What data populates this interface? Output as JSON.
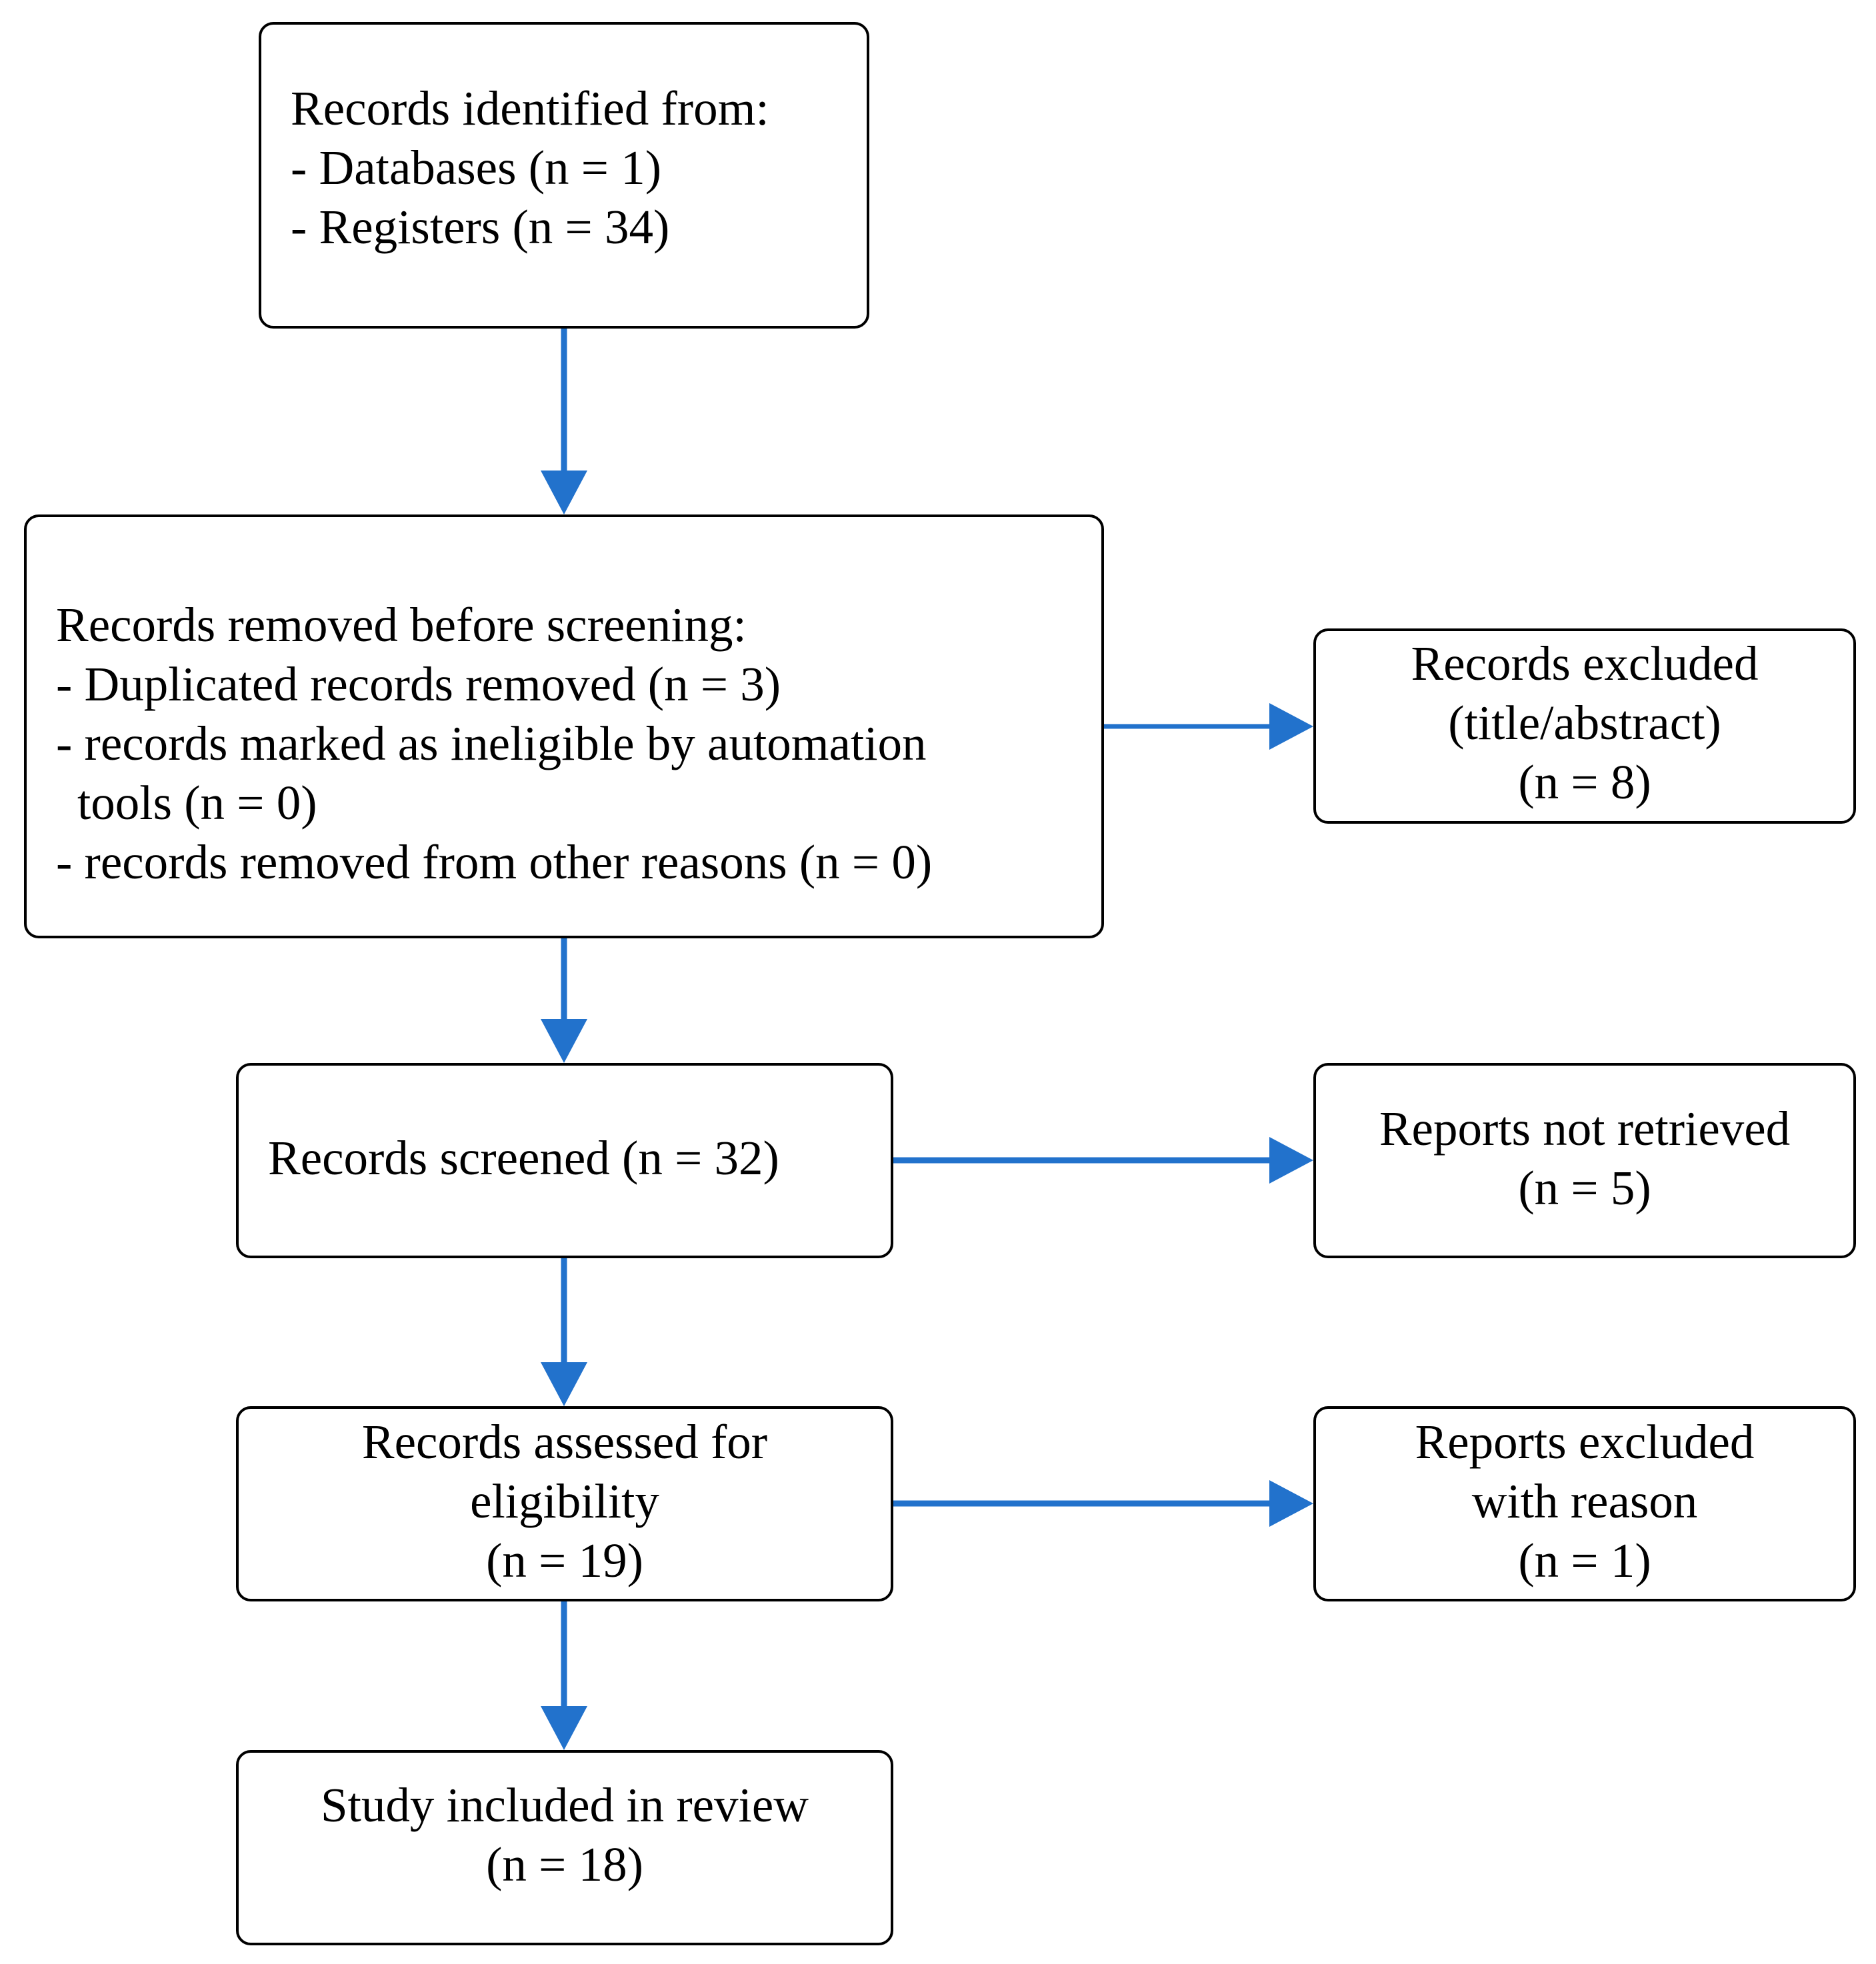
{
  "colors": {
    "arrow": "#2272CC",
    "box_border": "#000000",
    "text": "#000000",
    "background": "#FFFFFF"
  },
  "nodes": {
    "identified": {
      "lines": [
        "Records identified from:",
        "- Databases (n = 1)",
        "- Registers (n = 34)"
      ]
    },
    "removed": {
      "lines": [
        "Records removed before screening:",
        "- Duplicated records removed (n = 3)",
        "- records marked as ineligible by automation",
        "tools (n = 0)",
        "- records removed from other reasons (n = 0)"
      ]
    },
    "excluded": {
      "lines": [
        "Records excluded",
        "(title/abstract)",
        "(n = 8)"
      ]
    },
    "screened": {
      "lines": [
        "Records screened (n = 32)"
      ]
    },
    "not_retrieved": {
      "lines": [
        "Reports not retrieved",
        "(n = 5)"
      ]
    },
    "assessed": {
      "lines": [
        "Records assessed for",
        "eligibility",
        "(n = 19)"
      ]
    },
    "reports_excluded": {
      "lines": [
        "Reports excluded",
        "with reason",
        "(n = 1)"
      ]
    },
    "included": {
      "lines": [
        "Study included in review",
        "(n = 18)"
      ]
    }
  }
}
